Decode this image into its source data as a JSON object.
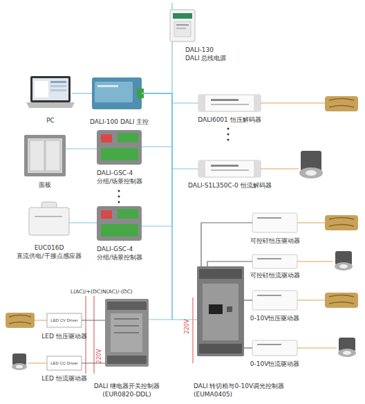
{
  "diagram": {
    "nodes": [
      {
        "text": [
          "DALI-130",
          "DALI 总线电源"
        ]
      },
      {
        "text": [
          "PC"
        ]
      },
      {
        "text": [
          "DALI-100  DALI 主控"
        ]
      },
      {
        "text": [
          "DALI6001 恒压解码器"
        ]
      },
      {
        "text": [
          "面板"
        ]
      },
      {
        "text": [
          "DALI-GSC-4",
          "分组/场景控制器"
        ]
      },
      {
        "text": [
          "DALI-S1L350C-0 恒流解码器"
        ]
      },
      {
        "text": [
          "EUC016D",
          "直流供电/干接点感应器"
        ]
      },
      {
        "text": [
          "DALI-GSC-4",
          "分组/场景控制器"
        ]
      },
      {
        "text": [
          "可控硅恒压驱动器"
        ]
      },
      {
        "text": [
          "可控硅恒流驱动器"
        ]
      },
      {
        "text": [
          "LED CV Driver",
          "LED 恒压驱动器"
        ]
      },
      {
        "text": [
          "0-10V恒压驱动器"
        ]
      },
      {
        "text": [
          "LED CC Driver",
          "LED 恒流驱动器"
        ]
      },
      {
        "text": [
          "0-10V恒流驱动器"
        ]
      },
      {
        "text": [
          "DALI 继电器开关控制器",
          "(EUR0820-DDL)"
        ]
      },
      {
        "text": [
          "DALI 转切相与0-10V调光控制器",
          "(EUMA0405)"
        ]
      }
    ],
    "edges": [
      {
        "from": 2,
        "to": 0,
        "arrow": "none"
      },
      {
        "from": 1,
        "to": 2,
        "arrow": "none"
      },
      {
        "from": 2,
        "to": 3,
        "arrow": "none"
      },
      {
        "from": 4,
        "to": 5,
        "arrow": "none"
      },
      {
        "from": 2,
        "to": 5,
        "arrow": "none"
      },
      {
        "from": 2,
        "to": 6,
        "arrow": "none"
      },
      {
        "from": 7,
        "to": 8,
        "arrow": "none"
      },
      {
        "from": 2,
        "to": 8,
        "arrow": "none"
      },
      {
        "from": 2,
        "to": 15,
        "arrow": "none"
      },
      {
        "from": 2,
        "to": 16,
        "arrow": "none"
      },
      {
        "from": 16,
        "to": 9,
        "arrow": "none"
      },
      {
        "from": 16,
        "to": 10,
        "arrow": "none"
      },
      {
        "from": 16,
        "to": 12,
        "arrow": "none"
      },
      {
        "from": 16,
        "to": 14,
        "arrow": "none"
      },
      {
        "from": 15,
        "to": 11,
        "arrow": "none"
      },
      {
        "from": 15,
        "to": 13,
        "arrow": "none"
      }
    ],
    "labels": [
      "L(AC)/+(DC)",
      "N(AC)/-(DC)",
      "220V",
      "220V"
    ]
  }
}
